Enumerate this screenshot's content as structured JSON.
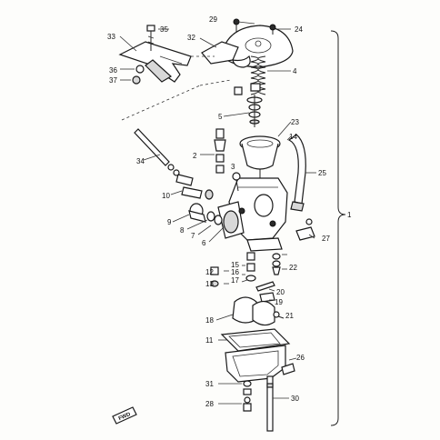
{
  "callouts": [
    {
      "id": "c1",
      "text": "1"
    },
    {
      "id": "c2",
      "text": "2"
    },
    {
      "id": "c3",
      "text": "3"
    },
    {
      "id": "c4",
      "text": "4"
    },
    {
      "id": "c5",
      "text": "5"
    },
    {
      "id": "c6",
      "text": "6"
    },
    {
      "id": "c7",
      "text": "7"
    },
    {
      "id": "c8",
      "text": "8"
    },
    {
      "id": "c9",
      "text": "9"
    },
    {
      "id": "c10",
      "text": "10"
    },
    {
      "id": "c11",
      "text": "11"
    },
    {
      "id": "c12",
      "text": "12"
    },
    {
      "id": "c13",
      "text": "13"
    },
    {
      "id": "c14",
      "text": "14"
    },
    {
      "id": "c15",
      "text": "15"
    },
    {
      "id": "c16",
      "text": "16"
    },
    {
      "id": "c17",
      "text": "17"
    },
    {
      "id": "c18",
      "text": "18"
    },
    {
      "id": "c19",
      "text": "19"
    },
    {
      "id": "c20",
      "text": "20"
    },
    {
      "id": "c21",
      "text": "21"
    },
    {
      "id": "c22",
      "text": "22"
    },
    {
      "id": "c23",
      "text": "23"
    },
    {
      "id": "c24",
      "text": "24"
    },
    {
      "id": "c25",
      "text": "25"
    },
    {
      "id": "c26",
      "text": "26"
    },
    {
      "id": "c27",
      "text": "27"
    },
    {
      "id": "c28",
      "text": "28"
    },
    {
      "id": "c29",
      "text": "29"
    },
    {
      "id": "c30",
      "text": "30"
    },
    {
      "id": "c31",
      "text": "31"
    },
    {
      "id": "c32",
      "text": "32"
    },
    {
      "id": "c33",
      "text": "33"
    },
    {
      "id": "c34",
      "text": "34"
    },
    {
      "id": "c35",
      "text": "35"
    },
    {
      "id": "c36",
      "text": "36"
    },
    {
      "id": "c37",
      "text": "37"
    }
  ],
  "fwd_label": "FWD"
}
